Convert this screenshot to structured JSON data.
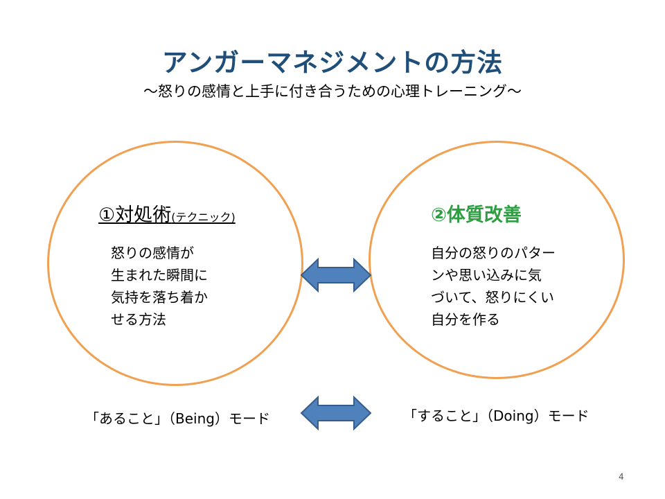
{
  "slide": {
    "title": "アンガーマネジメントの方法",
    "subtitle": "～怒りの感情と上手に付き合うための心理トレーニング～",
    "left": {
      "heading": "①対処術",
      "heading_note": "(テクニック)",
      "lines": [
        "怒りの感情が",
        "生まれた瞬間に",
        "気持を落ち着か",
        "せる方法"
      ],
      "mode": "「あること」（Being）モード"
    },
    "right": {
      "heading": "②体質改善",
      "lines": [
        "自分の怒りのパター",
        "ンや思い込みに気",
        "づいて、怒りにくい",
        "自分を作る"
      ],
      "mode": "「すること」（Doing）モード"
    },
    "page_number": "4"
  },
  "colors": {
    "title": "#1f4e79",
    "circle_border": "#f0a050",
    "heading_right": "#2e9e42",
    "arrow_fill": "#4f81bd",
    "arrow_stroke": "#385d8a"
  },
  "icons": {
    "connector": "double-arrow-icon"
  }
}
